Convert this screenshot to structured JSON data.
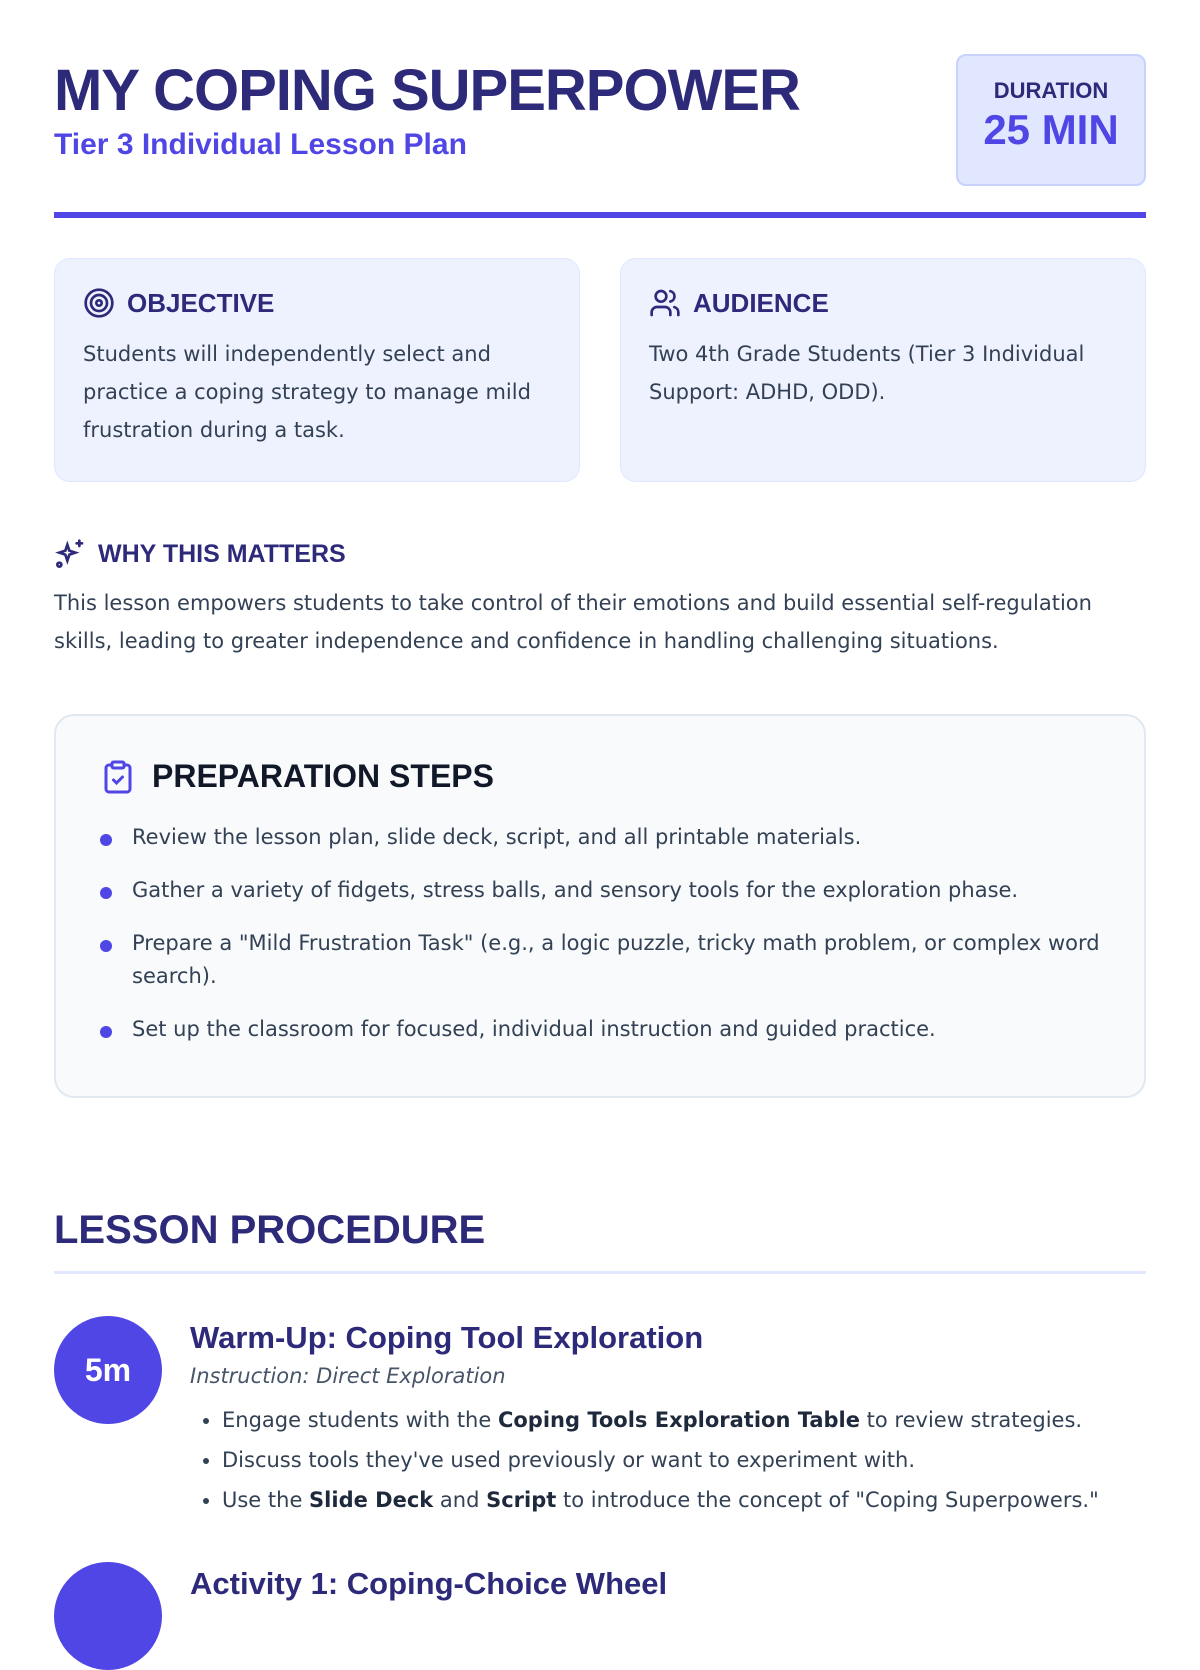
{
  "header": {
    "title": "MY COPING SUPERPOWER",
    "subtitle": "Tier 3 Individual Lesson Plan",
    "duration_label": "DURATION",
    "duration_value": "25 MIN"
  },
  "objective": {
    "title": "OBJECTIVE",
    "icon": "target-icon",
    "text": "Students will independently select and practice a coping strategy to manage mild frustration during a task."
  },
  "audience": {
    "title": "AUDIENCE",
    "icon": "users-icon",
    "text": "Two 4th Grade Students (Tier 3 Individual Support: ADHD, ODD)."
  },
  "why": {
    "title": "WHY THIS MATTERS",
    "icon": "sparkles-icon",
    "text": "This lesson empowers students to take control of their emotions and build essential self-regulation skills, leading to greater independence and confidence in handling challenging situations."
  },
  "prep": {
    "title": "PREPARATION STEPS",
    "icon": "clipboard-check-icon",
    "items": [
      "Review the lesson plan, slide deck, script, and all printable materials.",
      "Gather a variety of fidgets, stress balls, and sensory tools for the exploration phase.",
      "Prepare a \"Mild Frustration Task\" (e.g., a logic puzzle, tricky math problem, or complex word search).",
      "Set up the classroom for focused, individual instruction and guided practice."
    ]
  },
  "procedure": {
    "title": "LESSON PROCEDURE",
    "steps": [
      {
        "badge": "5m",
        "title": "Warm-Up: Coping Tool Exploration",
        "type": "Instruction: Direct Exploration",
        "b1_pre": "Engage students with the ",
        "b1_bold": "Coping Tools Exploration Table",
        "b1_post": " to review strategies.",
        "b2": "Discuss tools they've used previously or want to experiment with.",
        "b3_pre": "Use the ",
        "b3_bold1": "Slide Deck",
        "b3_mid": " and ",
        "b3_bold2": "Script",
        "b3_post": " to introduce the concept of \"Coping Superpowers.\""
      },
      {
        "badge": "",
        "title": "Activity 1: Coping-Choice Wheel"
      }
    ]
  }
}
